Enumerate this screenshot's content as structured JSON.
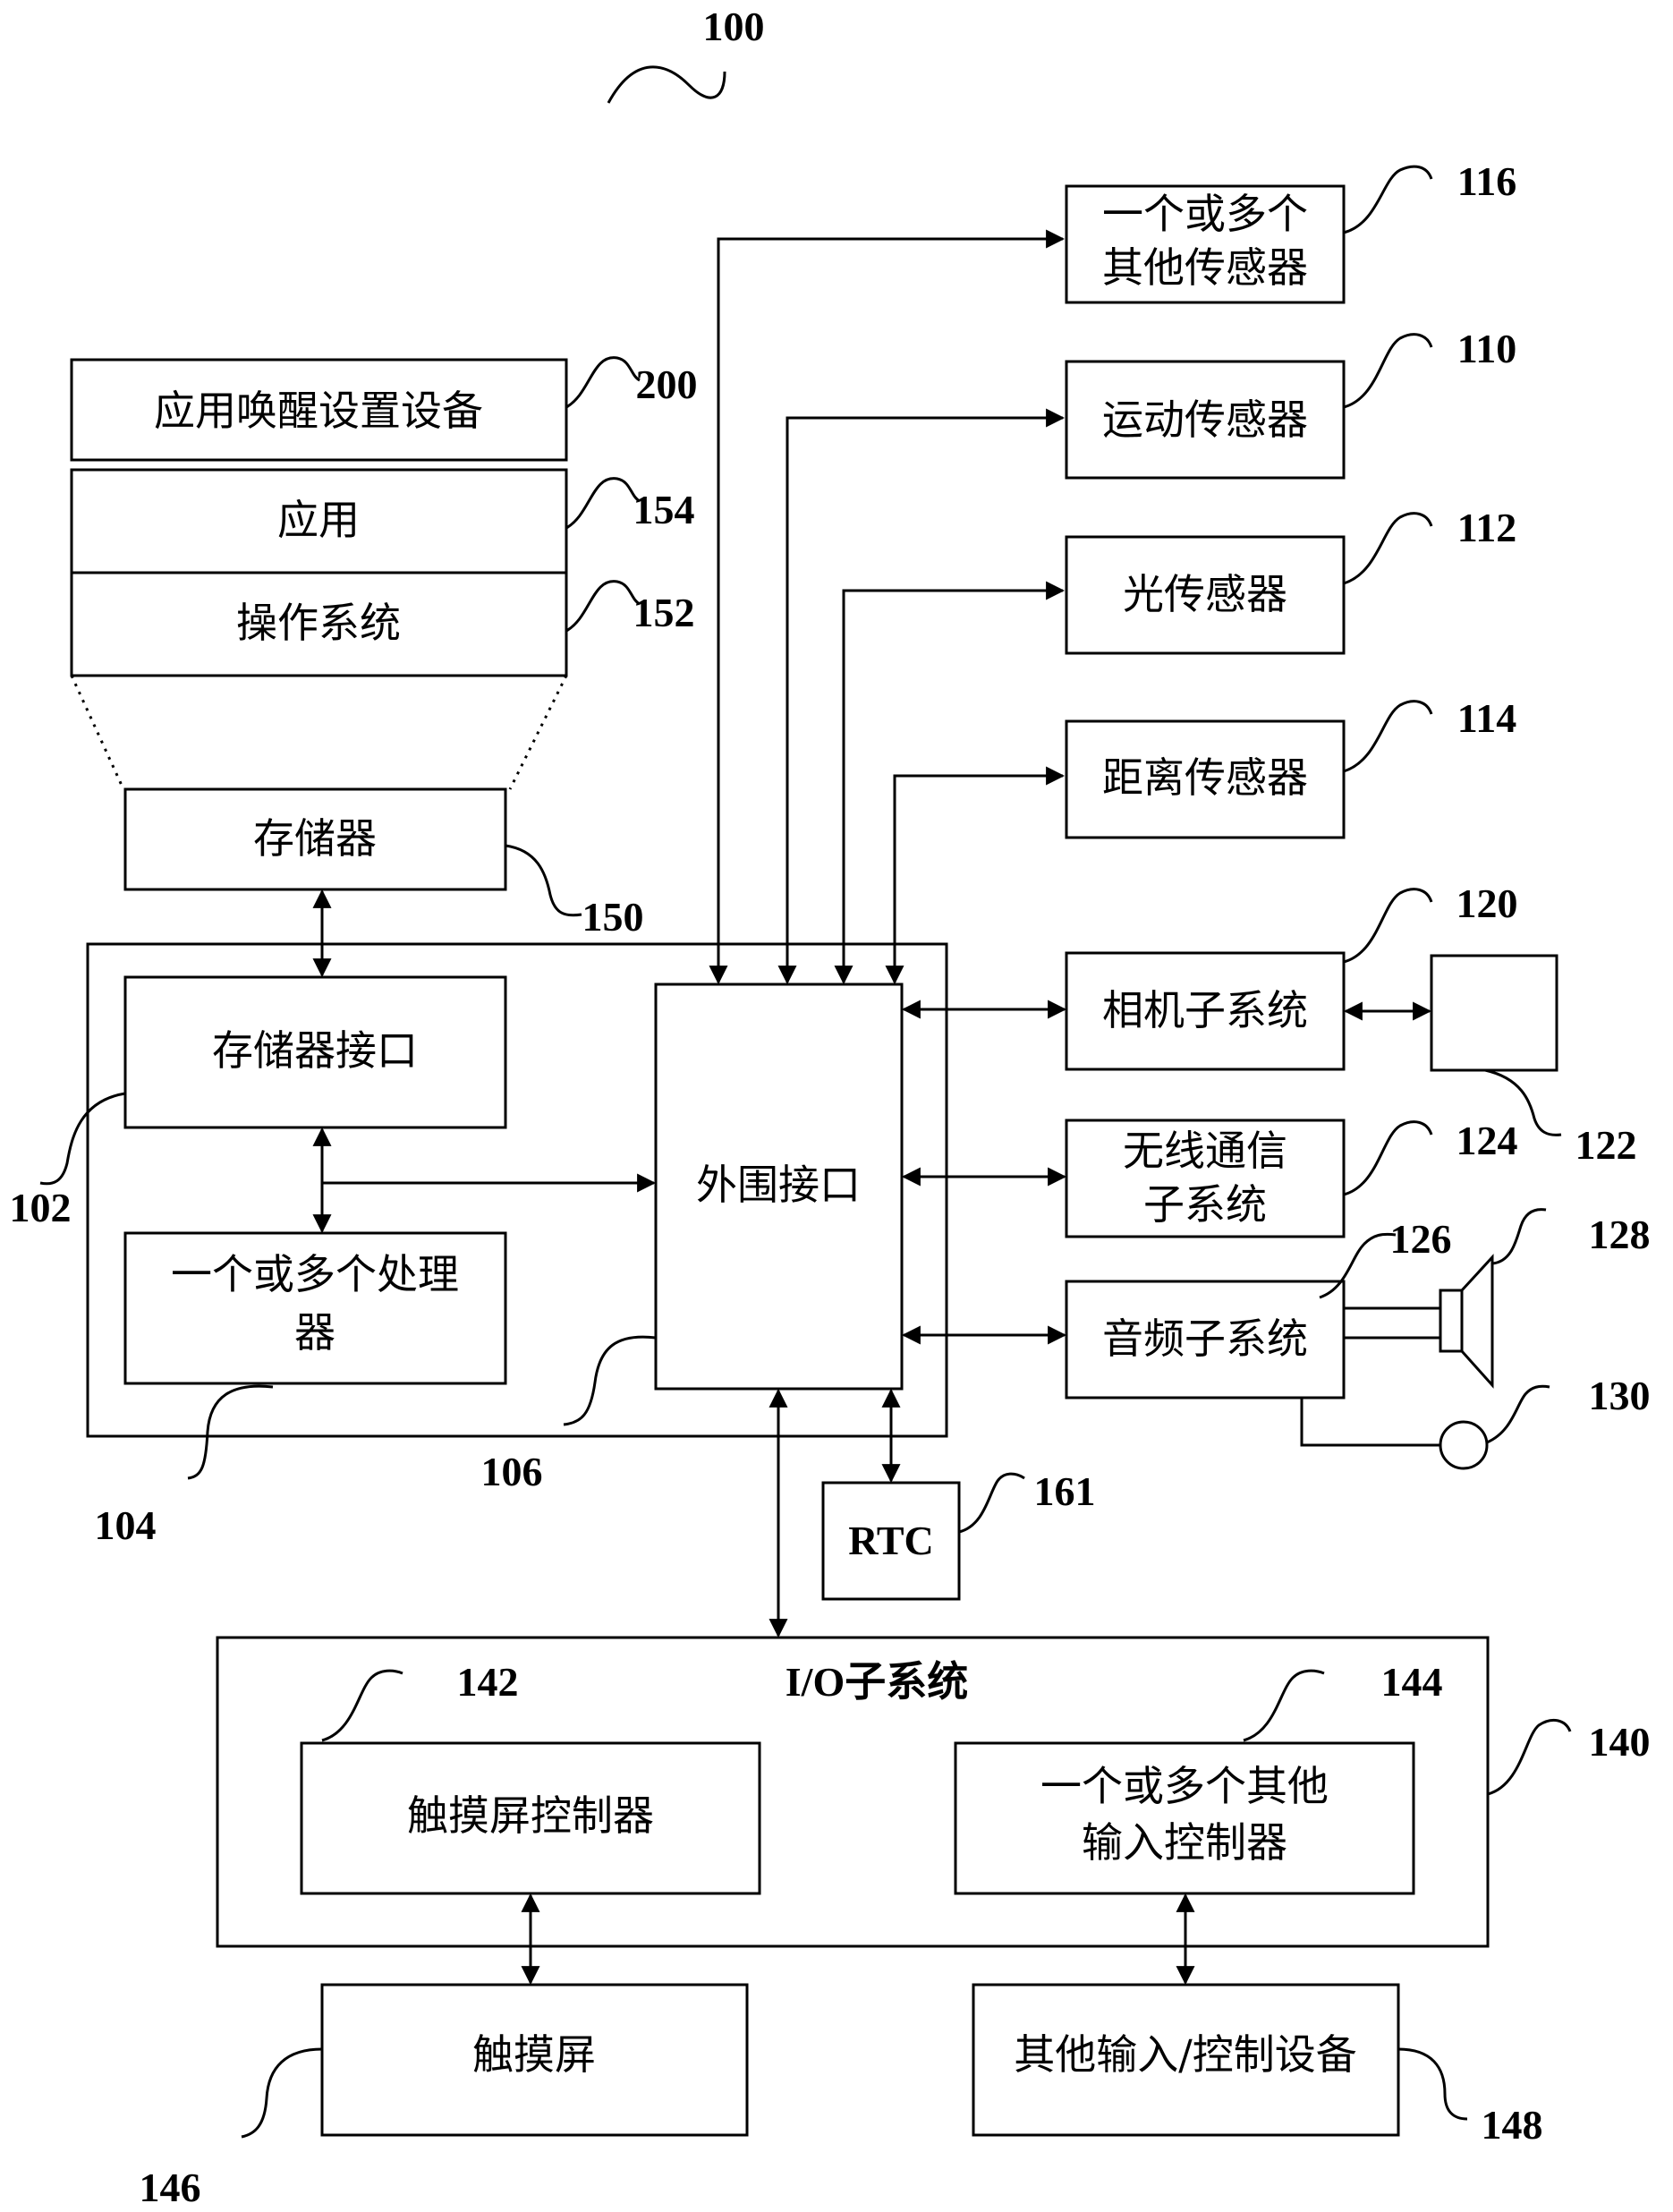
{
  "figure_number": "100",
  "blocks": {
    "app_wakeup_device": {
      "label": "应用唤醒设置设备",
      "ref": "200"
    },
    "application": {
      "label": "应用",
      "ref": "154"
    },
    "operating_system": {
      "label": "操作系统",
      "ref": "152"
    },
    "memory": {
      "label": "存储器",
      "ref": "150"
    },
    "chip": {
      "ref": "102"
    },
    "memory_interface": {
      "label": "存储器接口"
    },
    "processors": {
      "label_line1": "一个或多个处理",
      "label_line2": "器",
      "ref": "104"
    },
    "peripheral_interface": {
      "label": "外围接口",
      "ref": "106"
    },
    "rtc": {
      "label": "RTC",
      "ref": "161"
    },
    "other_sensors": {
      "label_line1": "一个或多个",
      "label_line2": "其他传感器",
      "ref": "116"
    },
    "motion_sensor": {
      "label": "运动传感器",
      "ref": "110"
    },
    "light_sensor": {
      "label": "光传感器",
      "ref": "112"
    },
    "distance_sensor": {
      "label": "距离传感器",
      "ref": "114"
    },
    "camera_subsystem": {
      "label": "相机子系统",
      "ref": "120"
    },
    "camera_lens": {
      "ref": "122"
    },
    "wireless_subsystem": {
      "label_line1": "无线通信",
      "label_line2": "子系统",
      "ref": "124"
    },
    "audio_subsystem": {
      "label": "音频子系统",
      "ref": "126"
    },
    "speaker": {
      "ref": "128"
    },
    "microphone": {
      "ref": "130"
    },
    "io_subsystem": {
      "label": "I/O子系统",
      "ref": "140"
    },
    "touch_controller": {
      "label": "触摸屏控制器",
      "ref": "142"
    },
    "other_input_controllers": {
      "label_line1": "一个或多个其他",
      "label_line2": "输入控制器",
      "ref": "144"
    },
    "touchscreen": {
      "label": "触摸屏",
      "ref": "146"
    },
    "other_input_devices": {
      "label": "其他输入/控制设备",
      "ref": "148"
    }
  }
}
